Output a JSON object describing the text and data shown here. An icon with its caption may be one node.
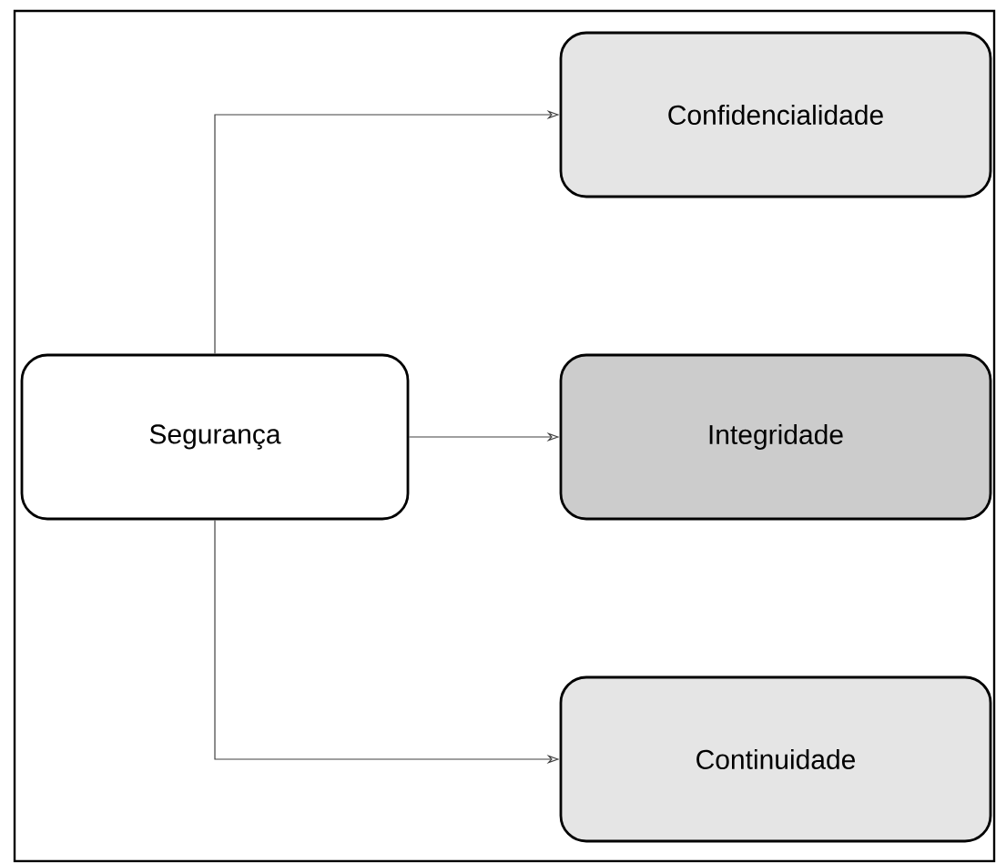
{
  "diagram": {
    "nodes": [
      {
        "text": [
          "Segurança"
        ]
      },
      {
        "text": [
          "Confidencialidade"
        ]
      },
      {
        "text": [
          "Integridade"
        ]
      },
      {
        "text": [
          "Continuidade"
        ]
      }
    ],
    "edges": [
      {
        "from": 0,
        "to": 1,
        "arrow": "to"
      },
      {
        "from": 0,
        "to": 2,
        "arrow": "to"
      },
      {
        "from": 0,
        "to": 3,
        "arrow": "to"
      }
    ]
  }
}
